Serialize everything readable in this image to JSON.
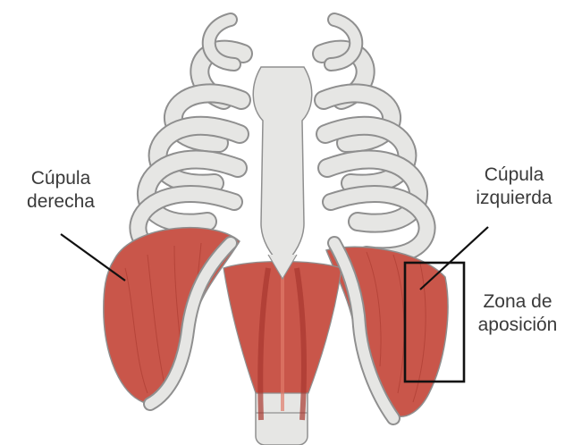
{
  "labels": {
    "right_dome": [
      "Cúpula",
      "derecha"
    ],
    "left_dome": [
      "Cúpula",
      "izquierda"
    ],
    "apposition_zone": [
      "Zona de",
      "aposición"
    ]
  },
  "colors": {
    "bone": "#e6e6e4",
    "bone_outline": "#8f8f8f",
    "muscle": "#c9564a",
    "muscle_dark": "#a8382f",
    "muscle_light": "#e07a6a",
    "leader": "#111111"
  }
}
